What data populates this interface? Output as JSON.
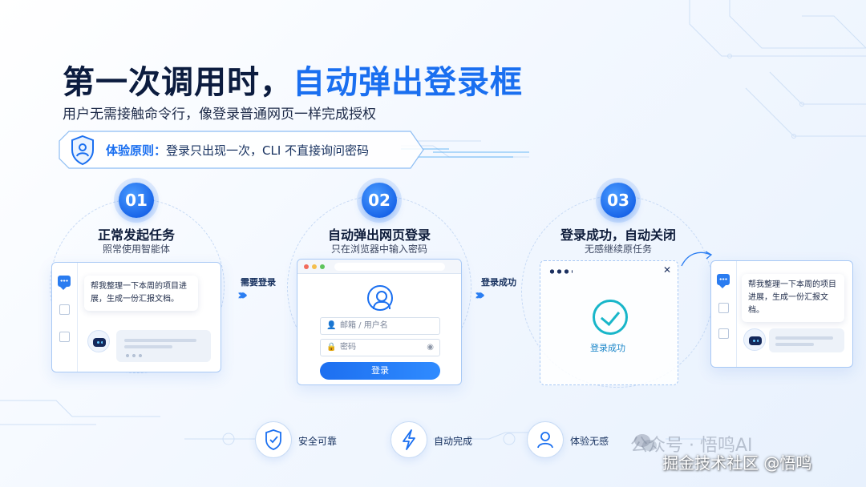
{
  "header": {
    "title_dark": "第一次调用时，",
    "title_blue": "自动弹出登录框",
    "subtitle": "用户无需接触命令行，像登录普通网页一样完成授权",
    "principle_label": "体验原则：",
    "principle_text": "登录只出现一次，CLI 不直接询问密码"
  },
  "steps": [
    {
      "number": "01",
      "title": "正常发起任务",
      "subtitle": "照常使用智能体"
    },
    {
      "number": "02",
      "title": "自动弹出网页登录",
      "subtitle": "只在浏览器中输入密码"
    },
    {
      "number": "03",
      "title": "登录成功，自动关闭",
      "subtitle": "无感继续原任务"
    }
  ],
  "chat": {
    "message": "帮我整理一下本周的项目进展，生成一份汇报文档。"
  },
  "flow": {
    "arrow1_label": "需要登录",
    "arrow2_label": "登录成功"
  },
  "login_form": {
    "username_placeholder": "邮箱 / 用户名",
    "password_placeholder": "密码",
    "submit_label": "登录"
  },
  "success": {
    "label": "登录成功"
  },
  "features": [
    {
      "label": "安全可靠",
      "icon": "shield-check-icon"
    },
    {
      "label": "自动完成",
      "icon": "lightning-icon"
    },
    {
      "label": "体验无感",
      "icon": "user-icon"
    }
  ],
  "watermark": {
    "line1": "公众号 · 悟鸣AI",
    "line2": "掘金技术社区 @悟鸣"
  },
  "colors": {
    "accent": "#1a6ff0",
    "title": "#0c1c3f",
    "success": "#18b6c9",
    "card_border": "#a9c9f5"
  }
}
